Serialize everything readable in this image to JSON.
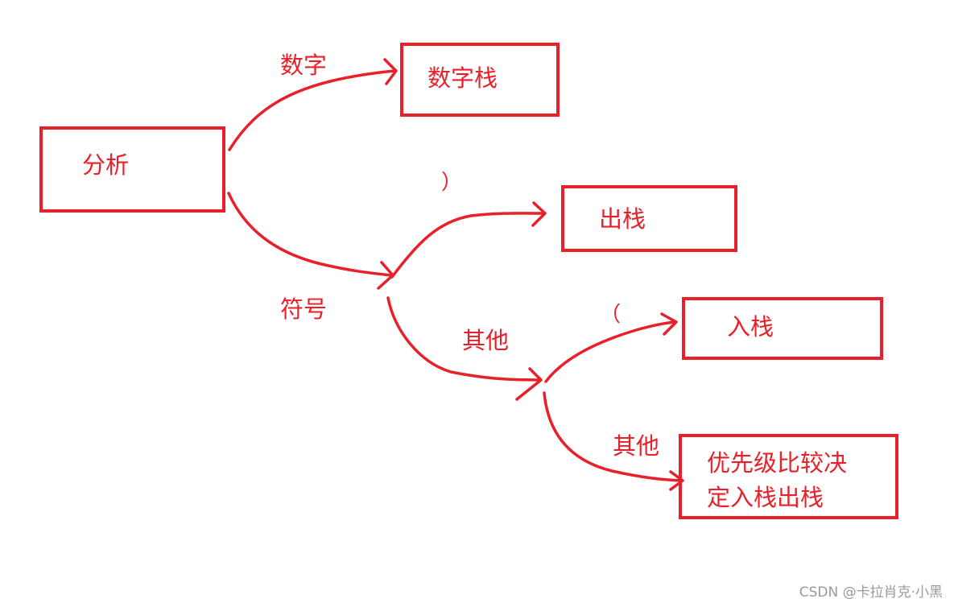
{
  "boxes": {
    "analyze": "分析",
    "digit_stack": "数字栈",
    "pop": "出栈",
    "push": "入栈",
    "priority_line1": "优先级比较决",
    "priority_line2": "定入栈出栈"
  },
  "edge_labels": {
    "digit": "数字",
    "symbol": "符号",
    "close_paren": "）",
    "other1": "其他",
    "open_paren": "（",
    "other2": "其他"
  },
  "watermark": "CSDN @卡拉肖克·小黑",
  "colors": {
    "stroke": "#e8202a",
    "watermark": "#9a9a9a"
  }
}
